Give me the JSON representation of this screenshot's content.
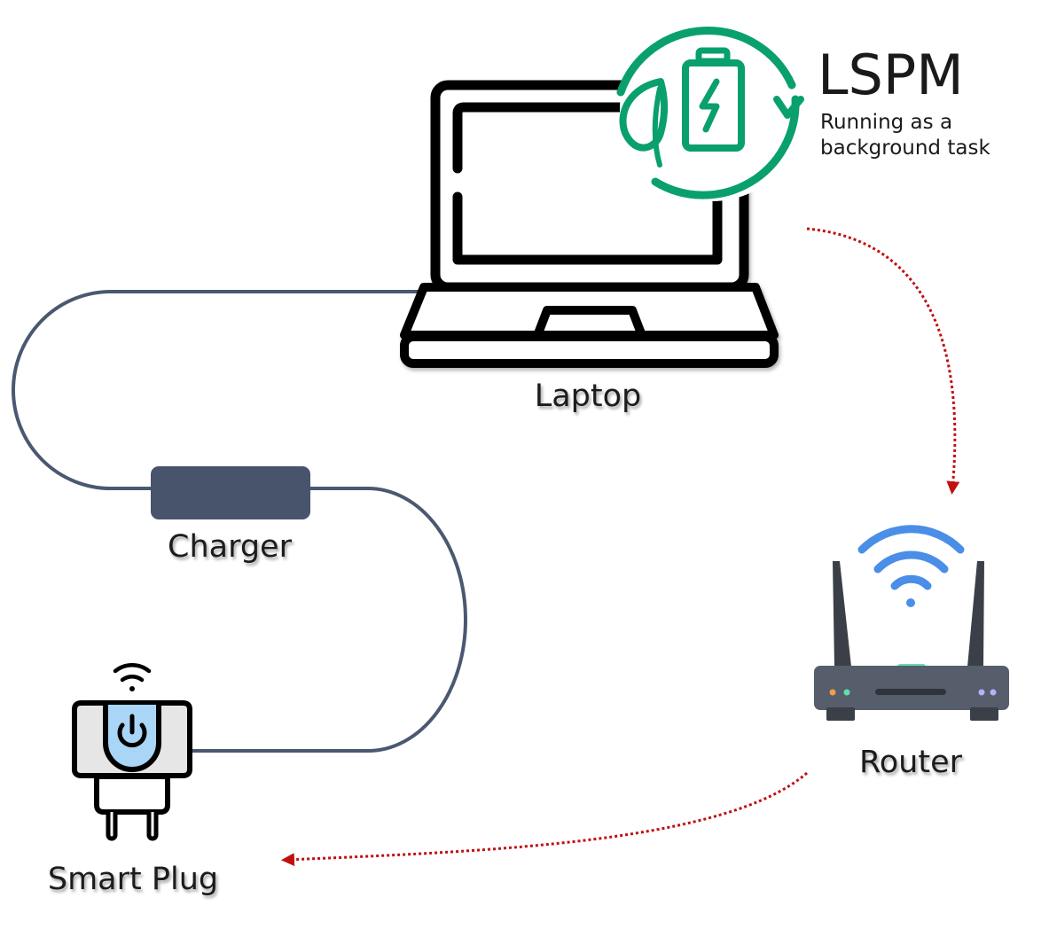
{
  "app": {
    "name": "LSPM",
    "status": "Running as a background task",
    "status_lines": [
      "Running as a",
      "background task"
    ],
    "accent_color": "#0aa06e"
  },
  "nodes": {
    "laptop": {
      "label": "Laptop",
      "icon": "laptop-icon"
    },
    "charger": {
      "label": "Charger",
      "icon": "charger-block"
    },
    "smart_plug": {
      "label": "Smart Plug",
      "icon": "smart-plug-icon"
    },
    "router": {
      "label": "Router",
      "icon": "router-icon"
    }
  },
  "colors": {
    "cable": "#4a5870",
    "signal_arrow": "#c01010",
    "router_body": "#565d6b",
    "wifi_blue": "#4a8ee8",
    "plug_blue": "#a9d5f7",
    "router_led": "#5fe0b0"
  },
  "edges": [
    {
      "from": "laptop",
      "to": "router",
      "style": "dotted-arrow"
    },
    {
      "from": "router",
      "to": "smart_plug",
      "style": "dotted-arrow"
    },
    {
      "from": "laptop",
      "to": "charger",
      "style": "cable"
    },
    {
      "from": "charger",
      "to": "smart_plug",
      "style": "cable"
    }
  ]
}
